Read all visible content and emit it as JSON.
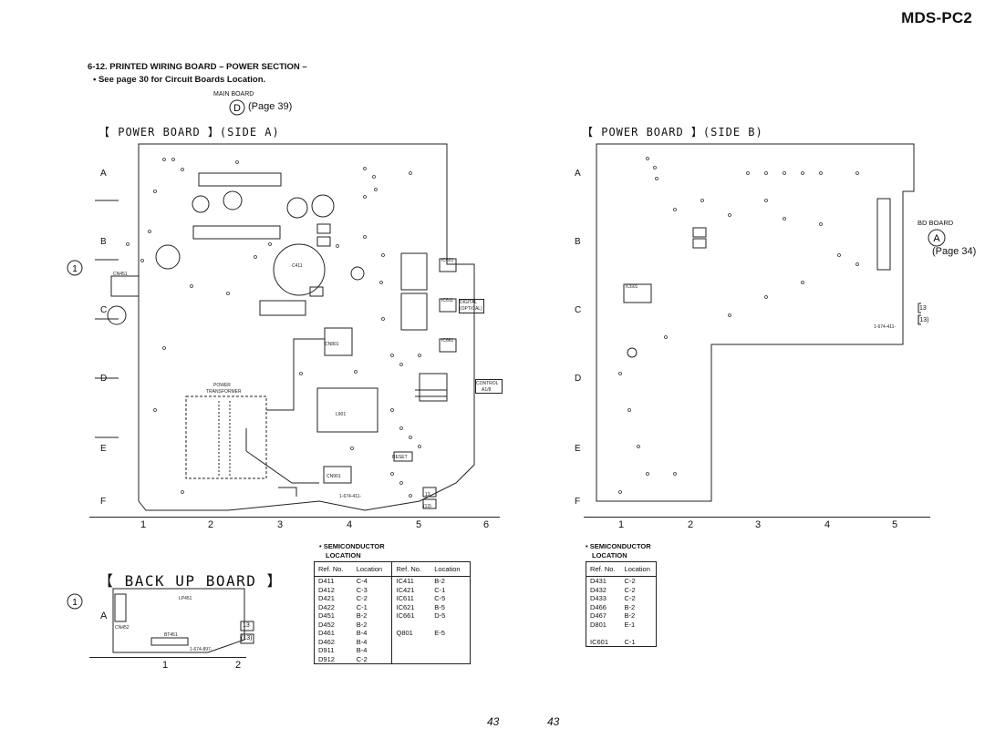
{
  "header": {
    "model": "MDS-PC2"
  },
  "section": {
    "title": "6-12.  PRINTED WIRING BOARD – POWER SECTION –",
    "subtitle": "• See page 30 for Circuit Boards Location."
  },
  "connections": {
    "main_board": "MAIN BOARD",
    "main_board_page": "(Page 39)",
    "main_board_marker": "D",
    "bd_board": "BD BOARD",
    "bd_board_page": "(Page 34)",
    "bd_board_marker": "A"
  },
  "side_a": {
    "title": "【 POWER BOARD 】(SIDE A)",
    "rows": [
      "A",
      "B",
      "C",
      "D",
      "E",
      "F"
    ],
    "cols": [
      "1",
      "2",
      "3",
      "4",
      "5",
      "6"
    ],
    "labels": {
      "digital_optical": [
        "DIGITAL",
        "(OPTICAL)"
      ],
      "control": [
        "CONTROL",
        "A1/8"
      ],
      "power_transformer": [
        "POWER",
        "TRANSFORMER"
      ],
      "ic611": "IC611",
      "ic621": "IC621",
      "ic661": "IC661",
      "cn801": "CN801",
      "cn901": "CN901",
      "cn451": "CN451",
      "reset": "RESET",
      "l901": "L901",
      "c411": "C411",
      "code": "1-674-411-",
      "code_num": "13",
      "code_num2": "(13)"
    }
  },
  "side_b": {
    "title": "【 POWER BOARD 】(SIDE B)",
    "rows": [
      "A",
      "B",
      "C",
      "D",
      "E",
      "F"
    ],
    "cols": [
      "1",
      "2",
      "3",
      "4",
      "5"
    ],
    "labels": {
      "ic601": "IC601",
      "code": "1-674-411-",
      "code_num": "13",
      "code_num2": "(13)"
    }
  },
  "backup": {
    "title": "【 BACK UP BOARD 】",
    "row": "A",
    "cols": [
      "1",
      "2"
    ],
    "labels": {
      "cn452": "CN452",
      "bt451": "BT451",
      "lp451": "LP451",
      "code": "1-674-897-",
      "code_num": "13",
      "code_num2": "(13)"
    }
  },
  "markers": {
    "one": "1"
  },
  "table_left": {
    "heading": [
      "• SEMICONDUCTOR",
      "LOCATION"
    ],
    "headers": [
      "Ref. No.",
      "Location",
      "Ref. No.",
      "Location"
    ],
    "rows": [
      [
        "D411",
        "C-4",
        "IC411",
        "B-2"
      ],
      [
        "D412",
        "C-3",
        "IC421",
        "C-1"
      ],
      [
        "D421",
        "C-2",
        "IC611",
        "C-5"
      ],
      [
        "D422",
        "C-1",
        "IC621",
        "B-5"
      ],
      [
        "D451",
        "B-2",
        "IC661",
        "D-5"
      ],
      [
        "D452",
        "B-2",
        "",
        ""
      ],
      [
        "D461",
        "B-4",
        "Q801",
        "E-5"
      ],
      [
        "D462",
        "B-4",
        "",
        ""
      ],
      [
        "D911",
        "B-4",
        "",
        ""
      ],
      [
        "D912",
        "C-2",
        "",
        ""
      ]
    ]
  },
  "table_right": {
    "heading": [
      "• SEMICONDUCTOR",
      "LOCATION"
    ],
    "headers": [
      "Ref. No.",
      "Location"
    ],
    "rows": [
      [
        "D431",
        "C-2"
      ],
      [
        "D432",
        "C-2"
      ],
      [
        "D433",
        "C-2"
      ],
      [
        "D466",
        "B-2"
      ],
      [
        "D467",
        "B-2"
      ],
      [
        "D801",
        "E-1"
      ],
      [
        "",
        ""
      ],
      [
        "IC601",
        "C-1"
      ]
    ]
  },
  "footer": {
    "page_left": "43",
    "page_right": "43"
  }
}
